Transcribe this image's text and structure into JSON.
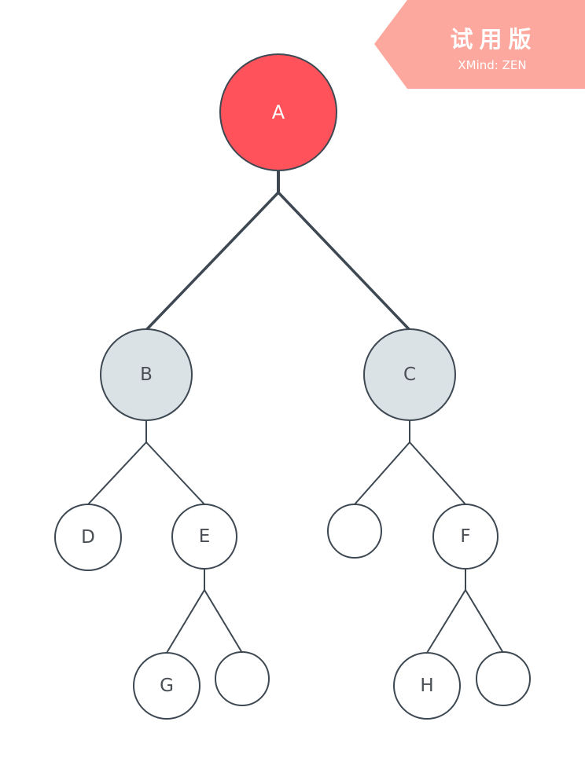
{
  "badge": {
    "title": "试用版",
    "subtitle": "XMind: ZEN",
    "color": "#fda89e"
  },
  "colors": {
    "root_fill": "#ff525a",
    "level1_fill": "#dbe2e5",
    "leaf_fill": "#ffffff",
    "stroke": "#3d4852"
  },
  "tree": {
    "root": {
      "label": "A"
    },
    "left": {
      "label": "B"
    },
    "right": {
      "label": "C"
    },
    "b_left": {
      "label": "D"
    },
    "b_right": {
      "label": "E"
    },
    "c_left": {
      "label": ""
    },
    "c_right": {
      "label": "F"
    },
    "e_left": {
      "label": "G"
    },
    "e_right": {
      "label": ""
    },
    "f_left": {
      "label": "H"
    },
    "f_right": {
      "label": ""
    }
  }
}
